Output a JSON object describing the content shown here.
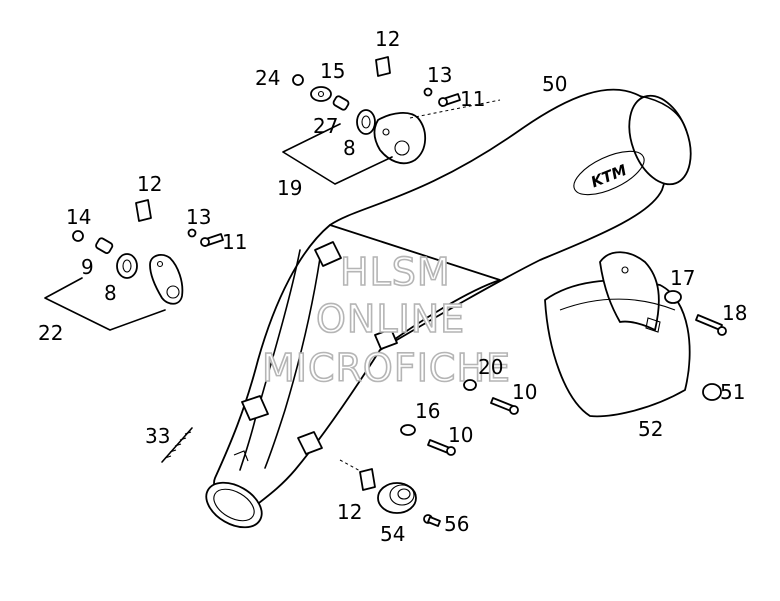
{
  "labels": {
    "p12a": "12",
    "p24": "24",
    "p15": "15",
    "p13a": "13",
    "p11a": "11",
    "p50": "50",
    "p27": "27",
    "p8a": "8",
    "p19": "19",
    "p12b": "12",
    "p14": "14",
    "p13b": "13",
    "p11b": "11",
    "p9": "9",
    "p8b": "8",
    "p22": "22",
    "p17": "17",
    "p18": "18",
    "p20": "20",
    "p10a": "10",
    "p16": "16",
    "p10b": "10",
    "p51": "51",
    "p52": "52",
    "p33": "33",
    "p12c": "12",
    "p54": "54",
    "p56": "56"
  },
  "watermark": {
    "line1": "HLSM",
    "line2": "ONLINE",
    "line3": "MICROFICHE"
  },
  "logo_text": "KTM"
}
